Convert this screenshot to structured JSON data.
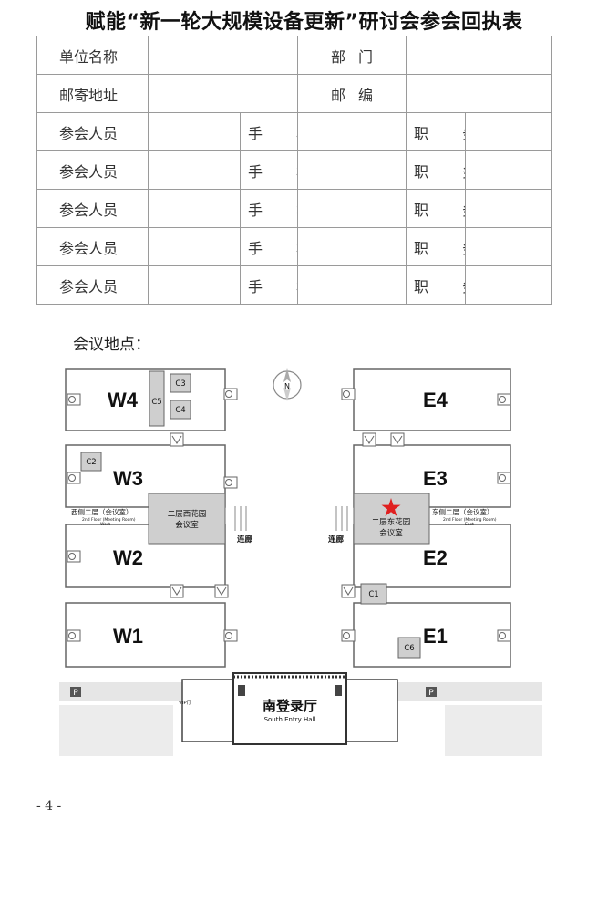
{
  "document": {
    "title": "赋能“新一轮大规模设备更新”研讨会参会回执表",
    "form": {
      "org_name_label": "单位名称",
      "department_label": "部门",
      "address_label": "邮寄地址",
      "postcode_label": "邮编",
      "attendee_rows": [
        {
          "attendee_label": "参会人员",
          "phone_label": "手 机",
          "position_label": "职 务"
        },
        {
          "attendee_label": "参会人员",
          "phone_label": "手 机",
          "position_label": "职 务"
        },
        {
          "attendee_label": "参会人员",
          "phone_label": "手 机",
          "position_label": "职 务"
        },
        {
          "attendee_label": "参会人员",
          "phone_label": "手 机",
          "position_label": "职 务"
        },
        {
          "attendee_label": "参会人员",
          "phone_label": "手 机",
          "position_label": "职 务"
        }
      ]
    },
    "location_label": "会议地点：",
    "map": {
      "halls": {
        "w4": "W4",
        "w3": "W3",
        "w2": "W2",
        "w1": "W1",
        "e4": "E4",
        "e3": "E3",
        "e2": "E2",
        "e1": "E1"
      },
      "rooms": {
        "c1": "C1",
        "c2": "C2",
        "c3": "C3",
        "c4": "C4",
        "c5": "C5",
        "c6": "C6"
      },
      "west_garden": [
        "二层西花园",
        "会议室"
      ],
      "east_garden": [
        "二层东花园",
        "会议室"
      ],
      "west_floor": {
        "cn": "西侧二层（会议室）",
        "en1": "2nd Floor (Meeting Room)",
        "en2": "West"
      },
      "east_floor": {
        "cn": "东侧二层（会议室）",
        "en1": "2nd Floor (Meeting Room)",
        "en2": "East"
      },
      "corridor": "连廊",
      "entry_hall": {
        "cn": "南登录厅",
        "en": "South Entry Hall"
      },
      "vip": "VIP厅",
      "compass": "N",
      "parking": "P",
      "star_color": "#e02020"
    },
    "page_number": "- 4 -"
  }
}
